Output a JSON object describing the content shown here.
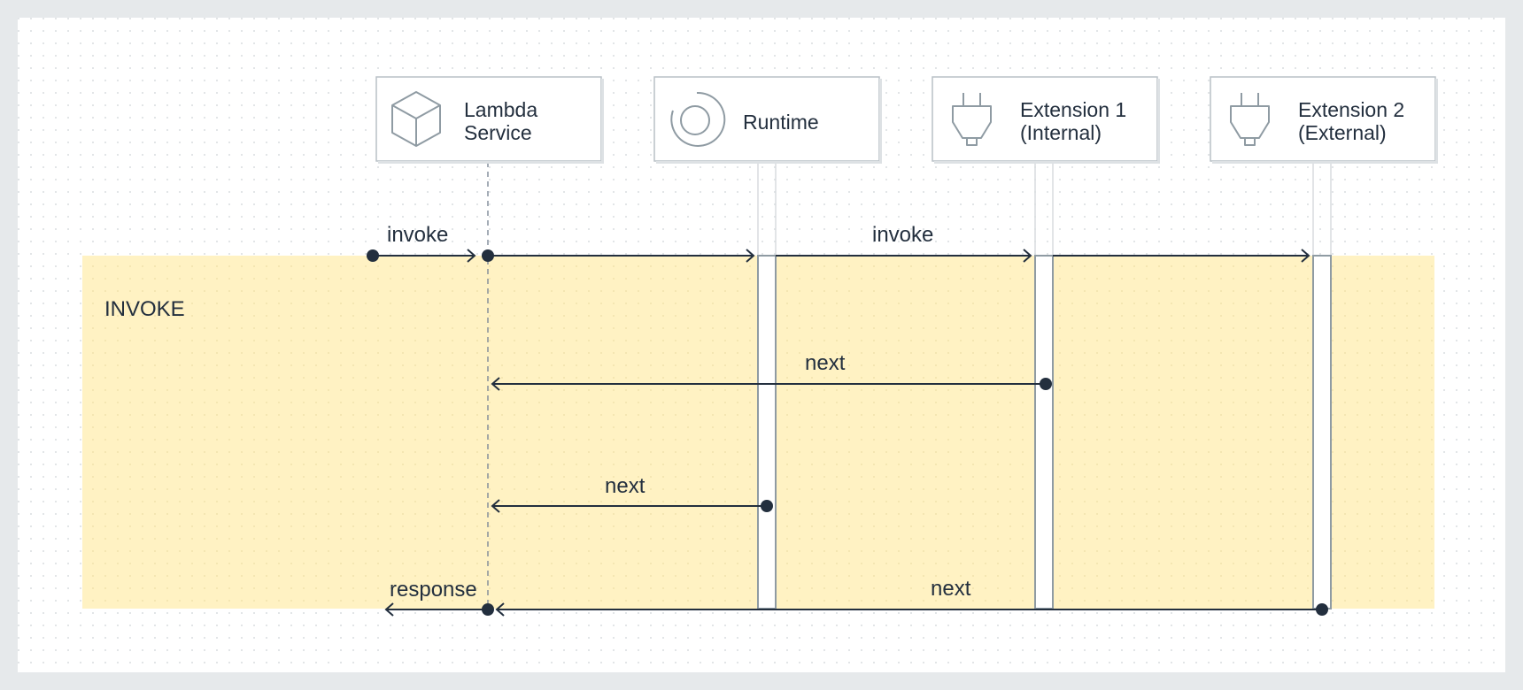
{
  "diagram": {
    "phase": {
      "label": "INVOKE"
    },
    "participants": [
      {
        "id": "lambda",
        "line1": "Lambda",
        "line2": "Service",
        "icon": "cube-icon"
      },
      {
        "id": "runtime",
        "line1": "Runtime",
        "line2": "",
        "icon": "runtime-ring-icon"
      },
      {
        "id": "ext1",
        "line1": "Extension 1",
        "line2": "(Internal)",
        "icon": "plug-icon"
      },
      {
        "id": "ext2",
        "line1": "Extension 2",
        "line2": "(External)",
        "icon": "plug-icon"
      }
    ],
    "messages": [
      {
        "from": "external",
        "to": "lambda",
        "label": "invoke"
      },
      {
        "from": "lambda",
        "to": "runtime",
        "label": ""
      },
      {
        "from": "runtime",
        "to": "ext1",
        "label": "invoke"
      },
      {
        "from": "ext1",
        "to": "ext2",
        "label": ""
      },
      {
        "from": "ext1",
        "to": "lambda",
        "label": "next"
      },
      {
        "from": "runtime",
        "to": "lambda",
        "label": "next"
      },
      {
        "from": "ext2",
        "to": "lambda",
        "label": "next"
      },
      {
        "from": "lambda",
        "to": "external",
        "label": "response"
      }
    ],
    "colors": {
      "canvas": "#ffffff",
      "border": "#e6e9eb",
      "phase_fill": "#fff2c3",
      "line": "#232f3e",
      "box_stroke": "#8f9ba3",
      "lifeline": "#7d8998"
    }
  }
}
